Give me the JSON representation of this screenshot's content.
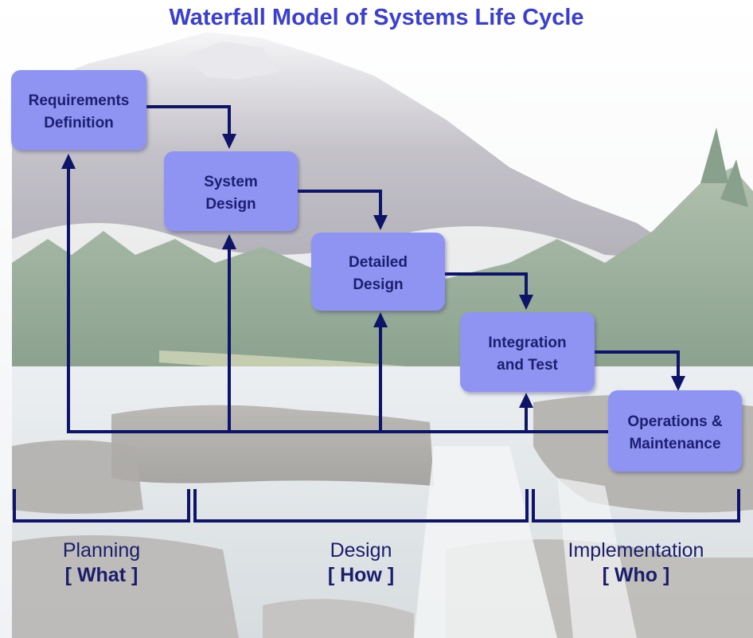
{
  "title": "Waterfall Model of Systems Life Cycle",
  "colors": {
    "title": "#3a3fd0",
    "box_fill": "#8f94f2",
    "box_text": "#1c1f6e",
    "arrow": "#0e1466",
    "label": "#1a1d6a"
  },
  "stages": [
    {
      "line1": "Requirements",
      "line2": "Definition"
    },
    {
      "line1": "System",
      "line2": "Design"
    },
    {
      "line1": "Detailed",
      "line2": "Design"
    },
    {
      "line1": "Integration",
      "line2": "and Test"
    },
    {
      "line1": "Operations &",
      "line2": "Maintenance"
    }
  ],
  "phases": [
    {
      "name": "Planning",
      "sub": "[ What ]"
    },
    {
      "name": "Design",
      "sub": "[ How ]"
    },
    {
      "name": "Implementation",
      "sub": "[ Who ]"
    }
  ]
}
